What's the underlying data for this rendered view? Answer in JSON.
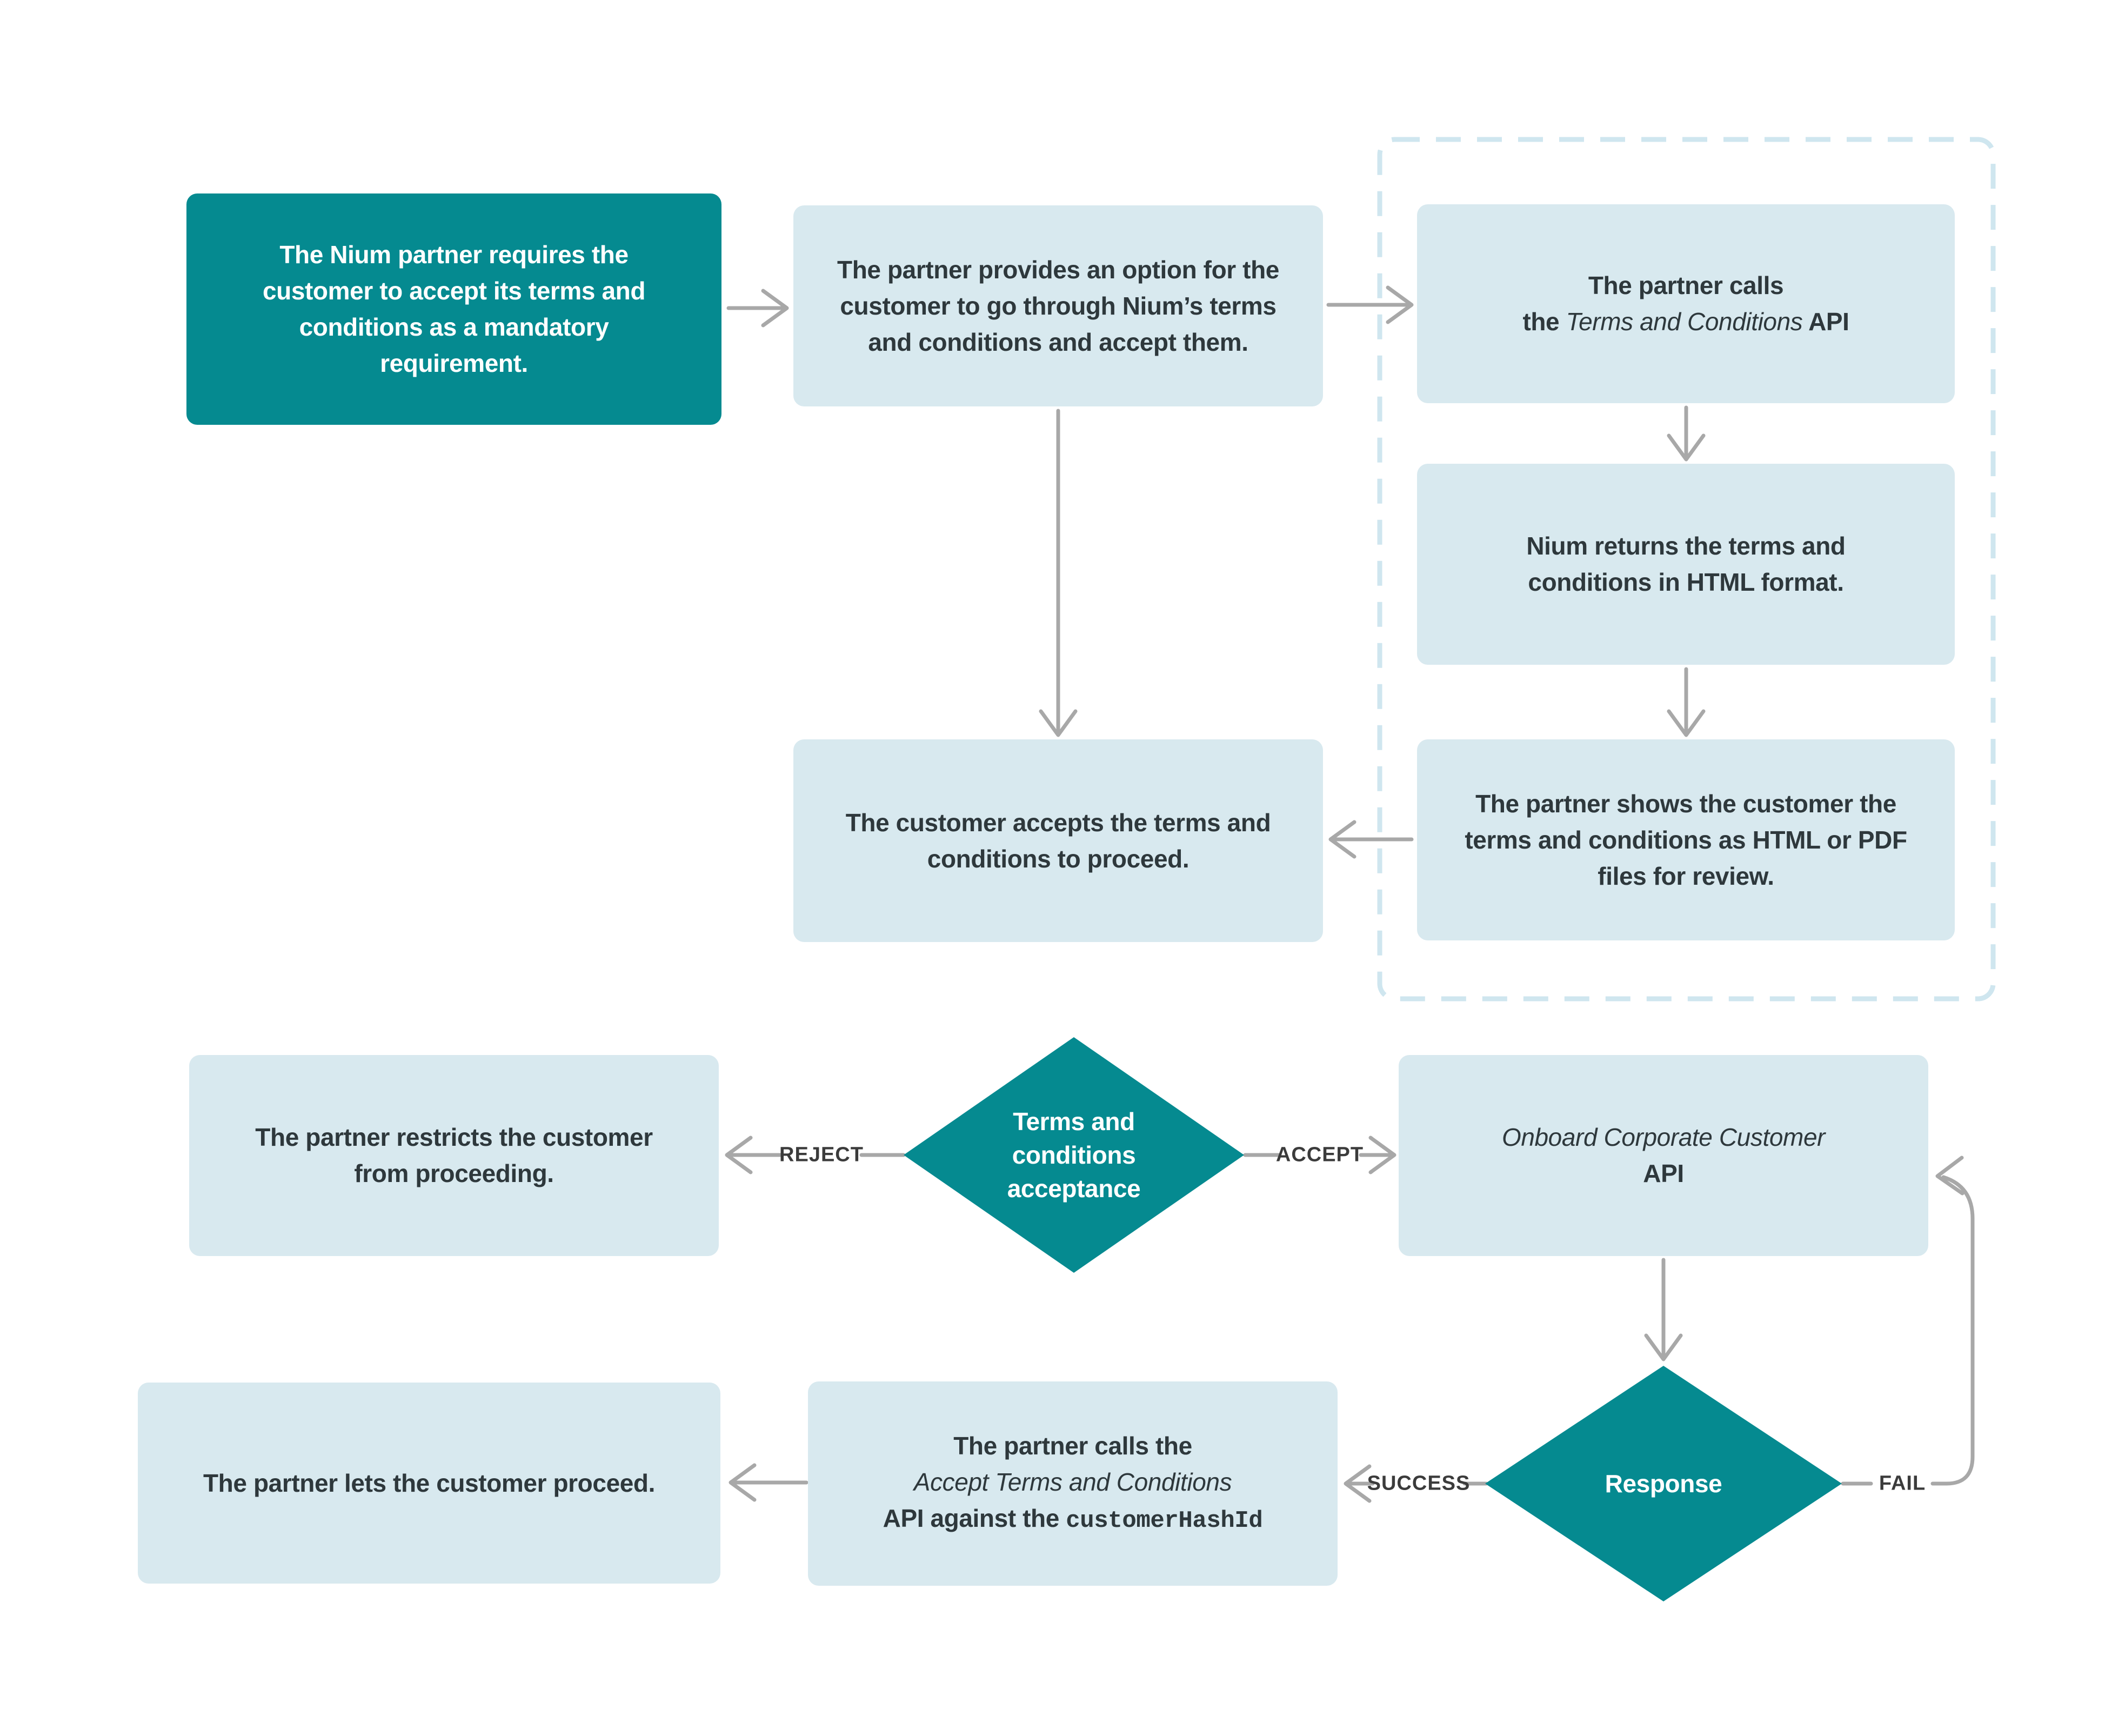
{
  "diagram_type": "flowchart",
  "colors": {
    "teal_node": "#058a90",
    "light_node_fill": "#d8e9ef",
    "dashed_group_border": "#cfe6ef",
    "connector_gray": "#a8a8a8",
    "edge_label_text": "#3b3b3b",
    "node_text": "#2e383c",
    "background": "#ffffff"
  },
  "nodes": {
    "requirement": {
      "l1": "The Nium partner requires the",
      "l2": "customer to accept its terms and",
      "l3": "conditions as a mandatory",
      "l4": "requirement."
    },
    "provides_option": {
      "l1": "The partner provides an option for the",
      "l2": "customer to go through Nium’s terms",
      "l3": "and conditions and accept them."
    },
    "calls_tc_api": {
      "l1": "The partner calls",
      "l2a": "the ",
      "l2b": "Terms and Conditions",
      "l2c": " API"
    },
    "returns_html": {
      "l1": "Nium returns the terms and",
      "l2": "conditions in HTML format."
    },
    "shows_customer": {
      "l1": "The partner shows the customer the",
      "l2": "terms and conditions as HTML or PDF",
      "l3": "files for review."
    },
    "customer_accepts": {
      "l1": "The customer accepts the terms and",
      "l2": "conditions to proceed."
    },
    "restricts": {
      "l1": "The partner restricts the customer",
      "l2": "from proceeding."
    },
    "tc_acceptance_decision": {
      "l1": "Terms and",
      "l2": "conditions",
      "l3": "acceptance"
    },
    "onboard_api": {
      "l1": "Onboard Corporate Customer",
      "l2": "API"
    },
    "lets_proceed": {
      "l1": "The partner lets the customer proceed."
    },
    "calls_accept_api": {
      "l1": "The partner calls the",
      "l2": "Accept Terms and Conditions",
      "l3a": "API against the ",
      "l3b": "customerHashId"
    },
    "response_decision": {
      "l1": "Response"
    }
  },
  "edge_labels": {
    "reject": "REJECT",
    "accept": "ACCEPT",
    "success": "SUCCESS",
    "fail": "FAIL"
  }
}
